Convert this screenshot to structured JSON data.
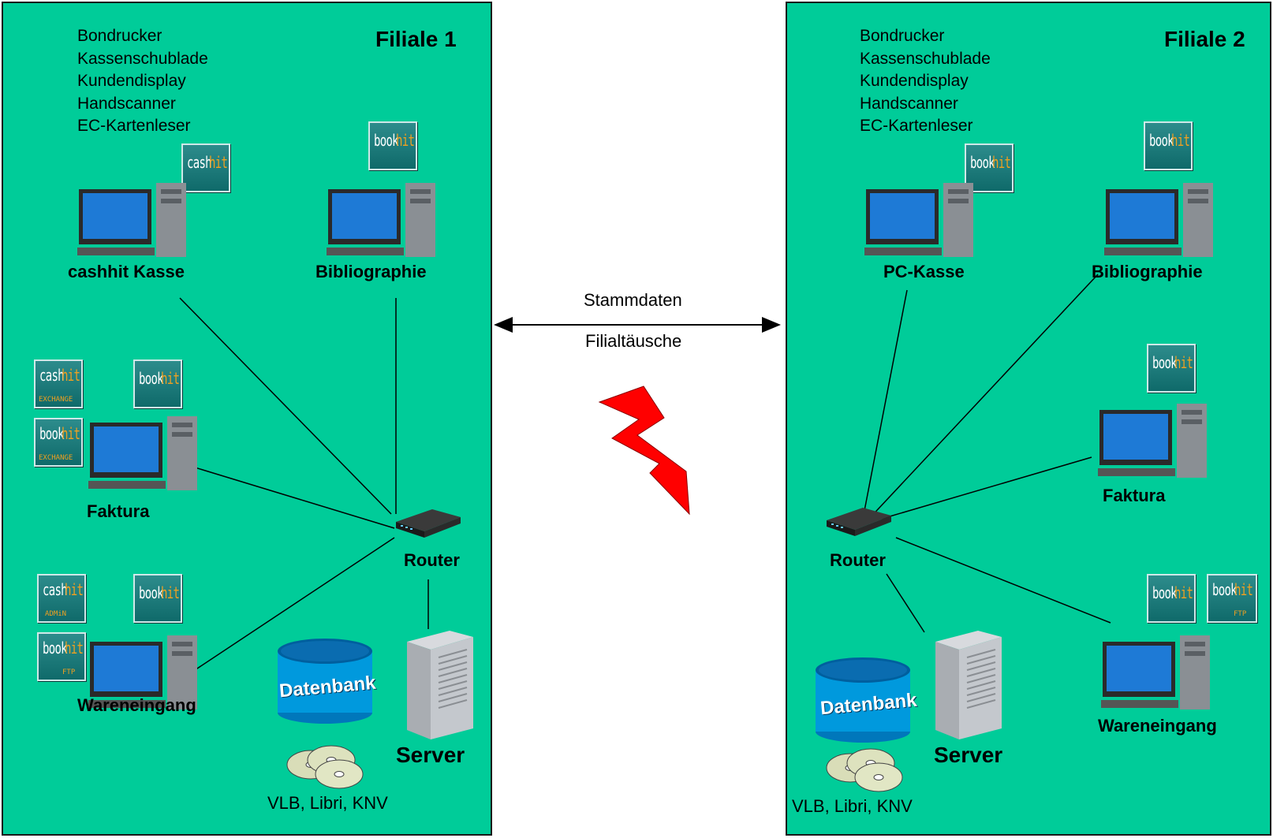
{
  "left": {
    "title": "Filiale 1",
    "devices": [
      "Bondrucker",
      "Kassenschublade",
      "Kundendisplay",
      "Handscanner",
      "EC-Kartenleser"
    ],
    "pos": "cashhit Kasse",
    "biblio": "Bibliographie",
    "faktura": "Faktura",
    "waren": "Wareneingang",
    "router": "Router",
    "server": "Server",
    "db": "Datenbank",
    "cds": "VLB, Libri, KNV"
  },
  "right": {
    "title": "Filiale 2",
    "devices": [
      "Bondrucker",
      "Kassenschublade",
      "Kundendisplay",
      "Handscanner",
      "EC-Kartenleser"
    ],
    "pos": "PC-Kasse",
    "biblio": "Bibliographie",
    "faktura": "Faktura",
    "waren": "Wareneingang",
    "router": "Router",
    "server": "Server",
    "db": "Datenbank",
    "cds": "VLB, Libri, KNV"
  },
  "middle": {
    "top": "Stammdaten",
    "bottom": "Filialtäusche"
  },
  "logos": {
    "cash": [
      "cash",
      "hit"
    ],
    "book": [
      "book",
      "hit"
    ],
    "exchange": "EXCHANGE",
    "admin": "ADMiN",
    "ftp": "FTP"
  },
  "colors": {
    "panel": "#00cc99",
    "flash": "#ff0000",
    "db": "#0099dd"
  }
}
